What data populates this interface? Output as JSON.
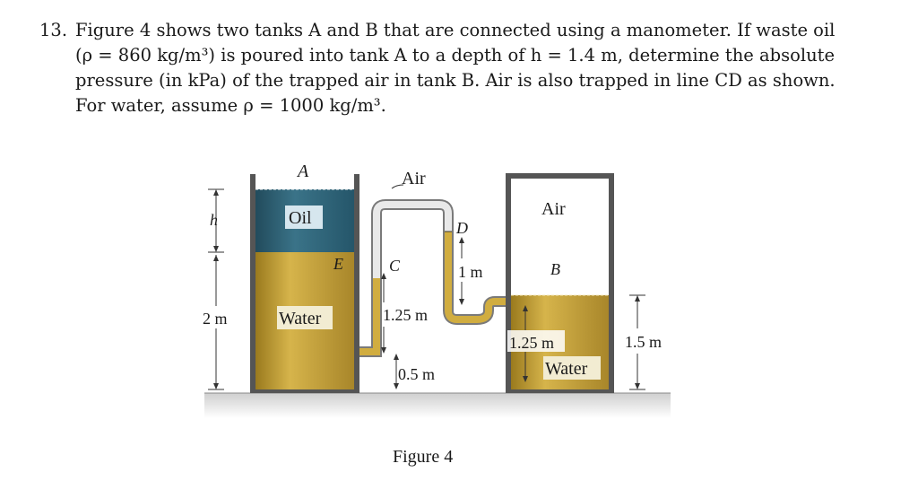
{
  "problem": {
    "number": "13.",
    "line1": "Figure 4 shows two tanks A and B that are connected using a manometer. If waste oil",
    "line2": "(ρ = 860 kg/m³) is poured into tank A to a depth of h = 1.4 m, determine the absolute",
    "line3": "pressure (in kPa) of the trapped air in tank B. Air is also trapped in line CD as shown.",
    "line4": "For water, assume ρ = 1000 kg/m³."
  },
  "figure": {
    "caption": "Figure 4",
    "labels": {
      "tank_a": "A",
      "oil": "Oil",
      "water_a": "Water",
      "point_e": "E",
      "h": "h",
      "two_m": "2 m",
      "air_line": "Air",
      "point_c": "C",
      "point_d": "D",
      "one_m": "1 m",
      "dim_125_left": "1.25 m",
      "dim_05": "0.5 m",
      "air_b": "Air",
      "tank_b": "B",
      "dim_125_right": "1.25 m",
      "water_b": "Water",
      "dim_15": "1.5 m"
    },
    "colors": {
      "oil": "#2f6377",
      "water": "#c9a53a",
      "tank_wall": "#555555",
      "ground": "#d9d9d9"
    }
  }
}
